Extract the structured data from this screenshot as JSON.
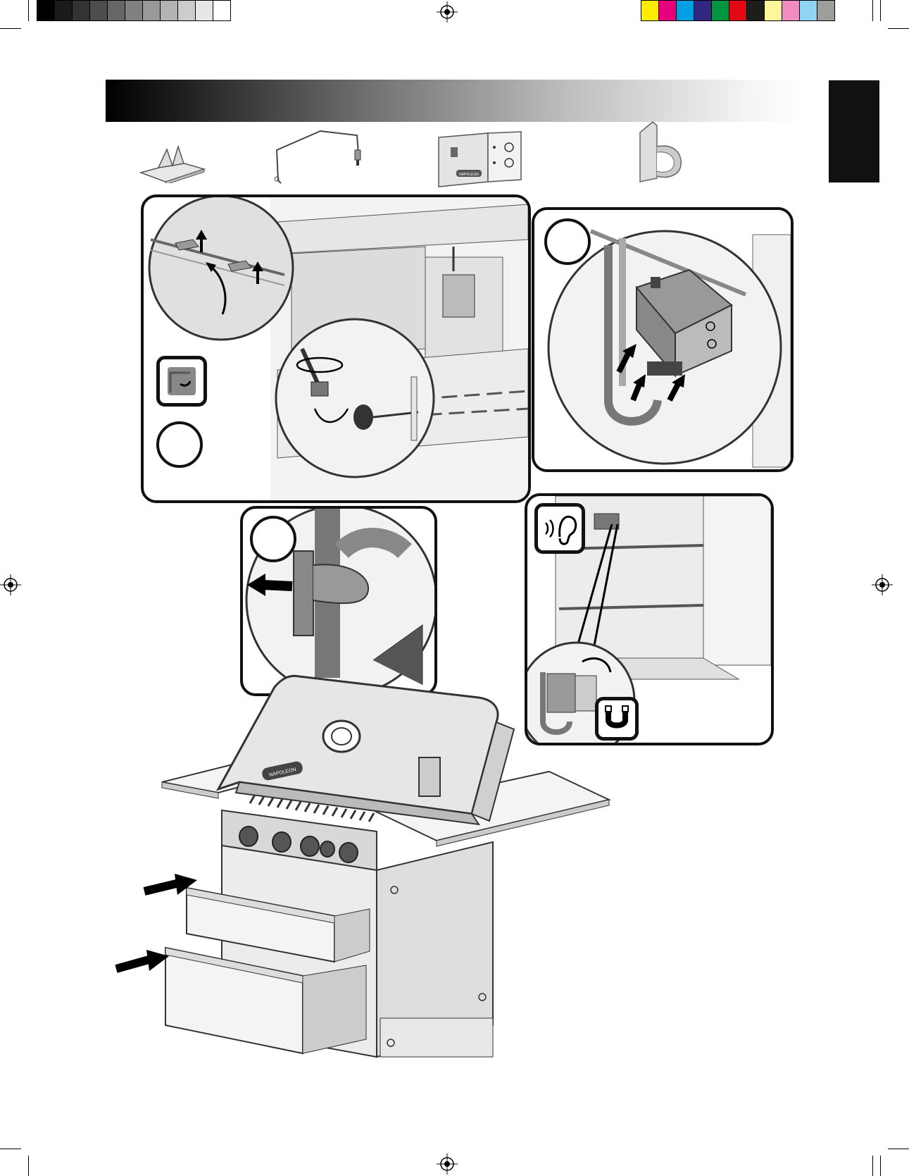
{
  "print_marks": {
    "left_swatches": [
      "#000000",
      "#1a1a1a",
      "#333333",
      "#4d4d4d",
      "#666666",
      "#808080",
      "#999999",
      "#b3b3b3",
      "#cccccc",
      "#e6e6e6",
      "#ffffff"
    ],
    "right_swatches": [
      "#ffed00",
      "#e6007e",
      "#009fe3",
      "#312783",
      "#009640",
      "#e30613",
      "#1d1d1b",
      "#fff59b",
      "#f08cc0",
      "#8fd3f5",
      "#9d9d9c"
    ]
  },
  "header": {
    "title": ""
  },
  "language_tab": {
    "label": ""
  },
  "parts": [
    {
      "name": "bracket"
    },
    {
      "name": "probe-wire"
    },
    {
      "name": "control-module",
      "logo_text": "NAPOLEON"
    },
    {
      "name": "wire-clip"
    }
  ],
  "steps": {
    "step1": {
      "number": ""
    },
    "step2": {
      "number": ""
    },
    "step3": {
      "number": ""
    }
  },
  "icons": {
    "tool": "screwdriver-icon",
    "listen": "ear-sound-icon",
    "magnet": "magnet-icon"
  },
  "grill": {
    "logo_text": "NAPOLEON"
  },
  "footer": {
    "text": ""
  }
}
